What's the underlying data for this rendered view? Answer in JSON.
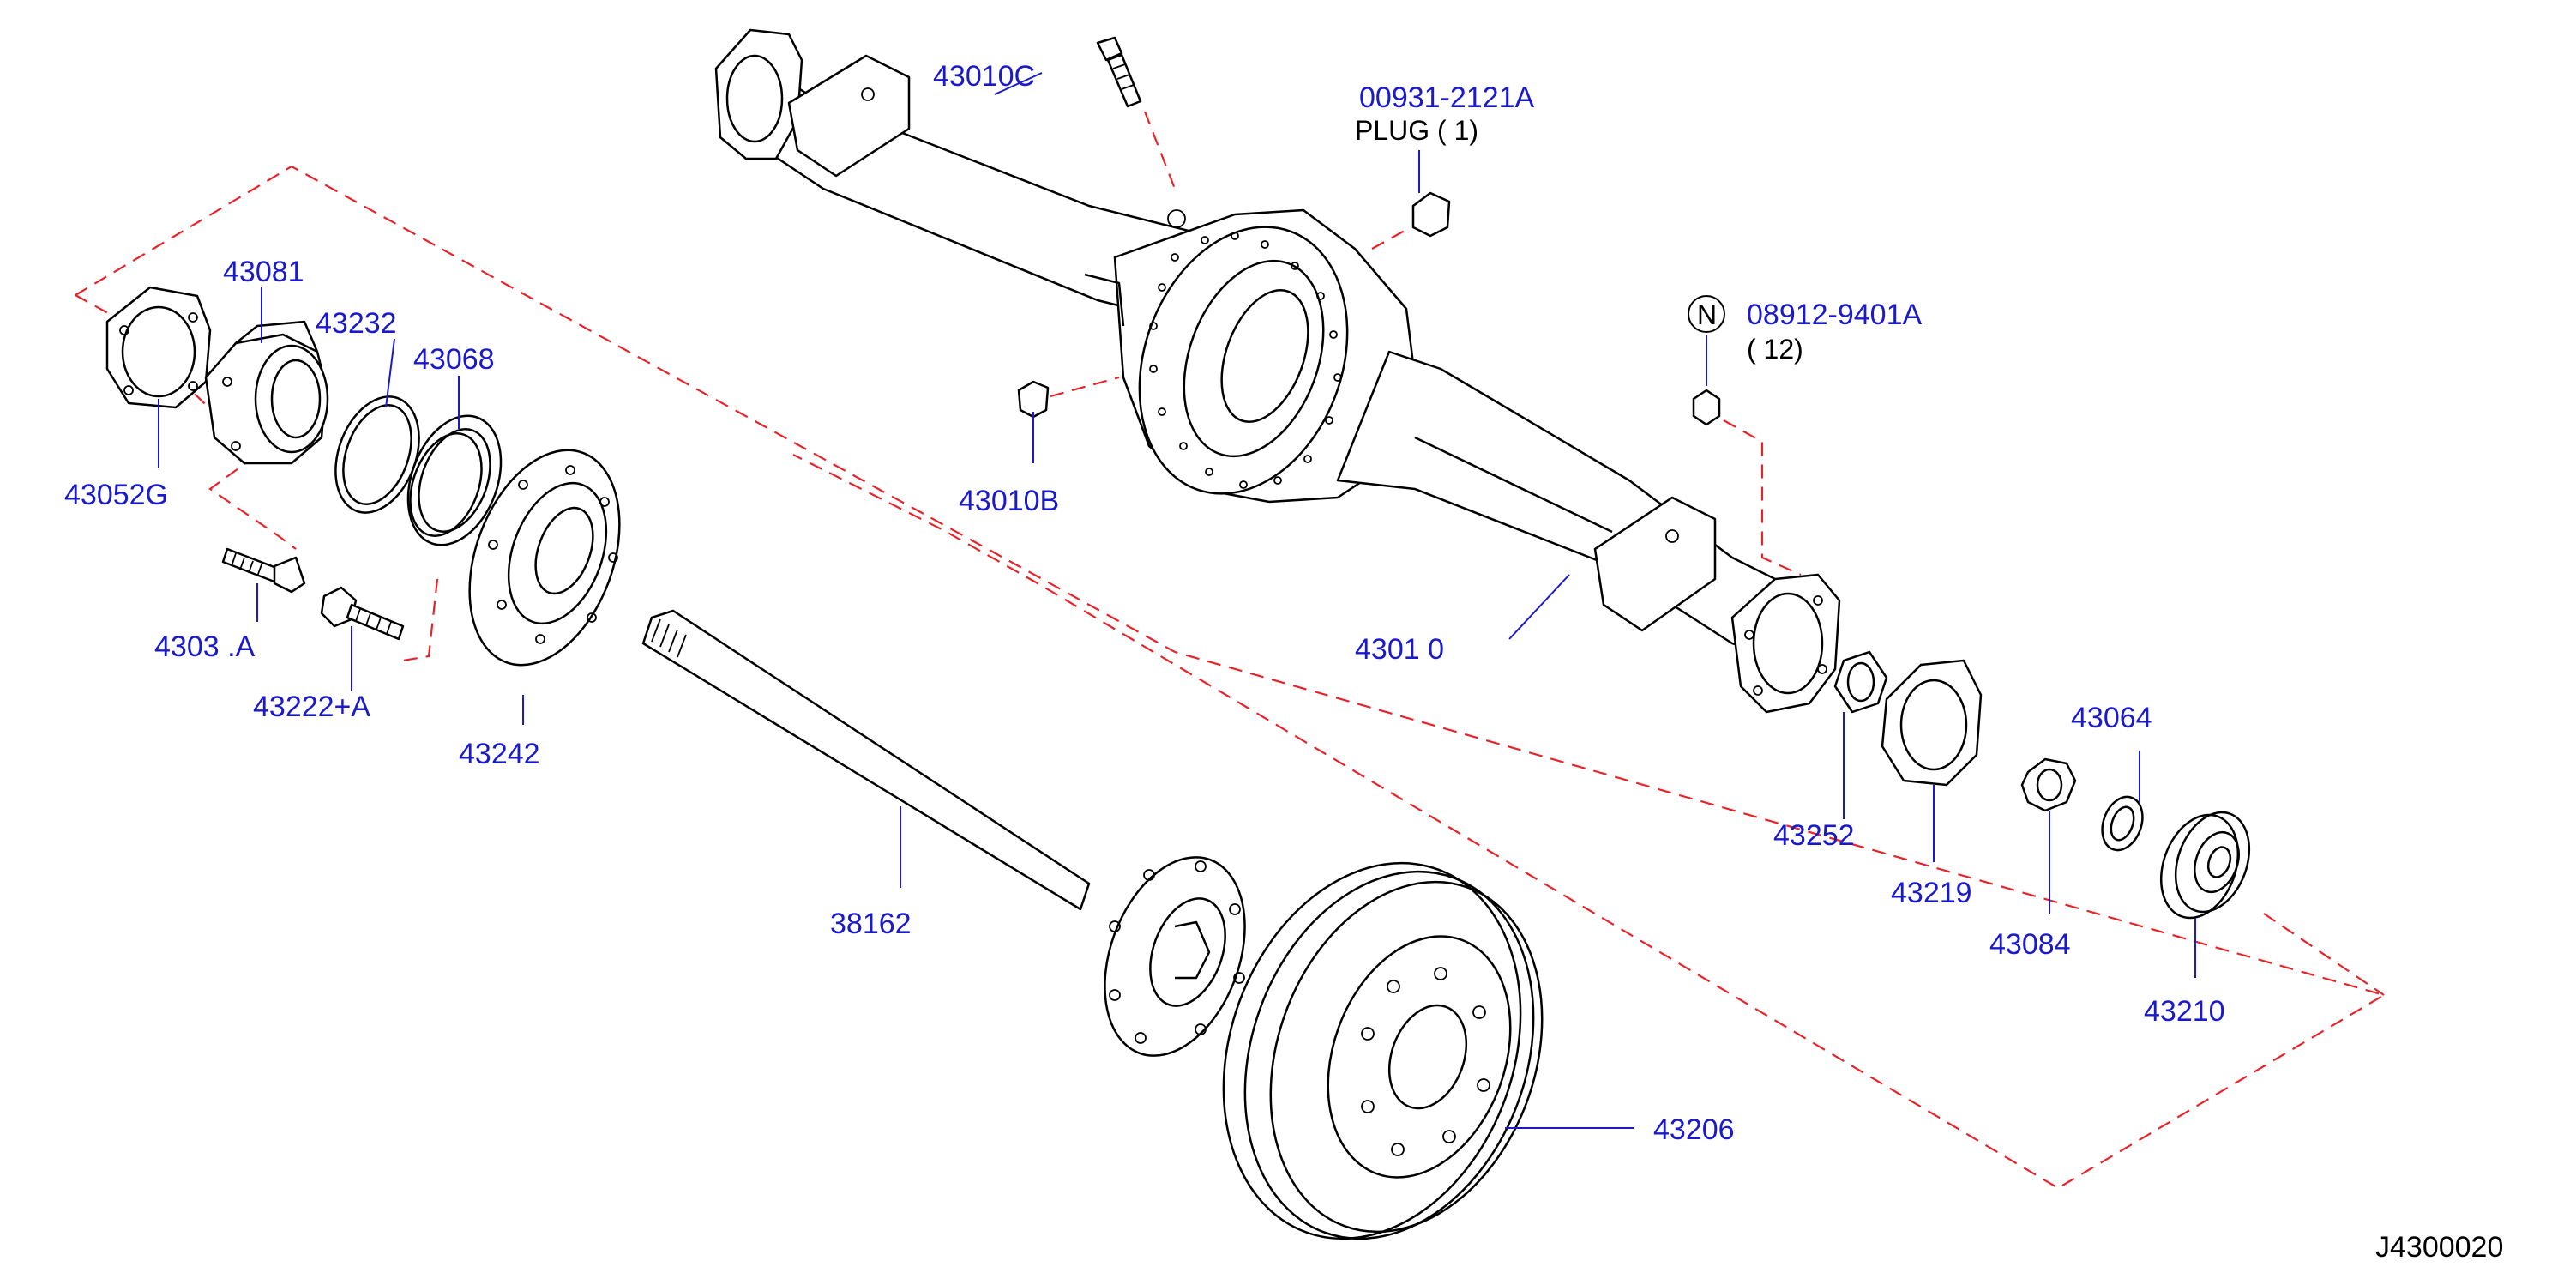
{
  "labels": {
    "p43010C": "43010C",
    "p00931": "00931-2121A",
    "plug_note": "PLUG ( 1)",
    "n_symbol": "N",
    "p08912": "08912-9401A",
    "qty_12": "( 12)",
    "p43081": "43081",
    "p43232": "43232",
    "p43068": "43068",
    "p43052G": "43052G",
    "p43010B": "43010B",
    "p4303xA": "4303 .A",
    "p43222A": "43222+A",
    "p43242": "43242",
    "p43010": "4301 0",
    "p43064": "43064",
    "p43252": "43252",
    "p43219": "43219",
    "p43084": "43084",
    "p43210": "43210",
    "p38162": "38162",
    "p43206": "43206",
    "diagram_code": "J4300020"
  },
  "colors": {
    "label": "#1a1acc",
    "callout_dash": "#e8242b",
    "line_art": "#000000"
  }
}
